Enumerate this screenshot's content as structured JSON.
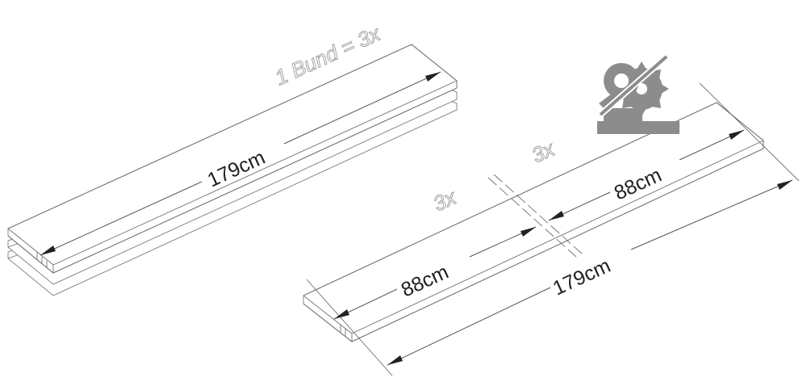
{
  "bundle_label": "1 Bund = 3x",
  "left_board": {
    "length_label": "179cm"
  },
  "right_board": {
    "total_length_label": "179cm",
    "left_piece_label": "88cm",
    "right_piece_label": "88cm",
    "left_piece_count": "3x",
    "right_piece_count": "3x"
  },
  "icons": {
    "saw": "circular-saw-icon"
  },
  "colors": {
    "line": "#6f6f6f",
    "icon": "#8c8c8c",
    "text": "#1f1f1f"
  }
}
